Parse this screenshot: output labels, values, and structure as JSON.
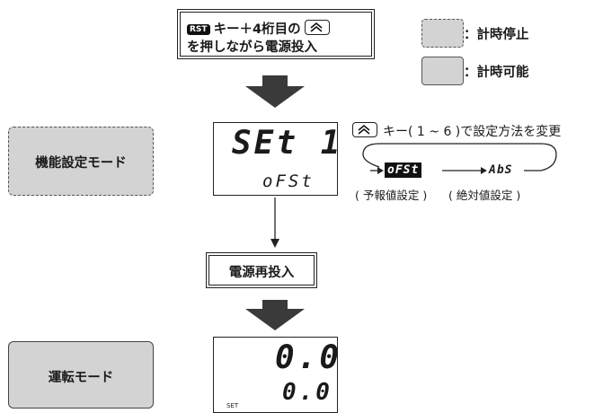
{
  "instruction_top": {
    "rst_key": "RST",
    "line1_text": "キー＋4桁目の",
    "line2_text": "を押しながら電源投入"
  },
  "legend": {
    "stopped_label": "：計時停止",
    "running_label": "：計時可能"
  },
  "mode_function": "機能設定モード",
  "mode_run": "運転モード",
  "display_set": {
    "main": "SEt 1",
    "sub": "oFSt"
  },
  "selector": {
    "key_text": "キー( 1 ~ 6 )で設定方法を変更",
    "option1": "oFSt",
    "option2": "AbS",
    "option1_caption": "( 予報値設定 )",
    "option2_caption": "( 絶対値設定 )"
  },
  "instruction_repower": "電源再投入",
  "display_run": {
    "main": "0.0",
    "sub": "0.0",
    "set_label": "SET"
  },
  "colors": {
    "box_fill": "#d3d3d3",
    "arrow": "#3a3a3a",
    "line": "#222222"
  }
}
